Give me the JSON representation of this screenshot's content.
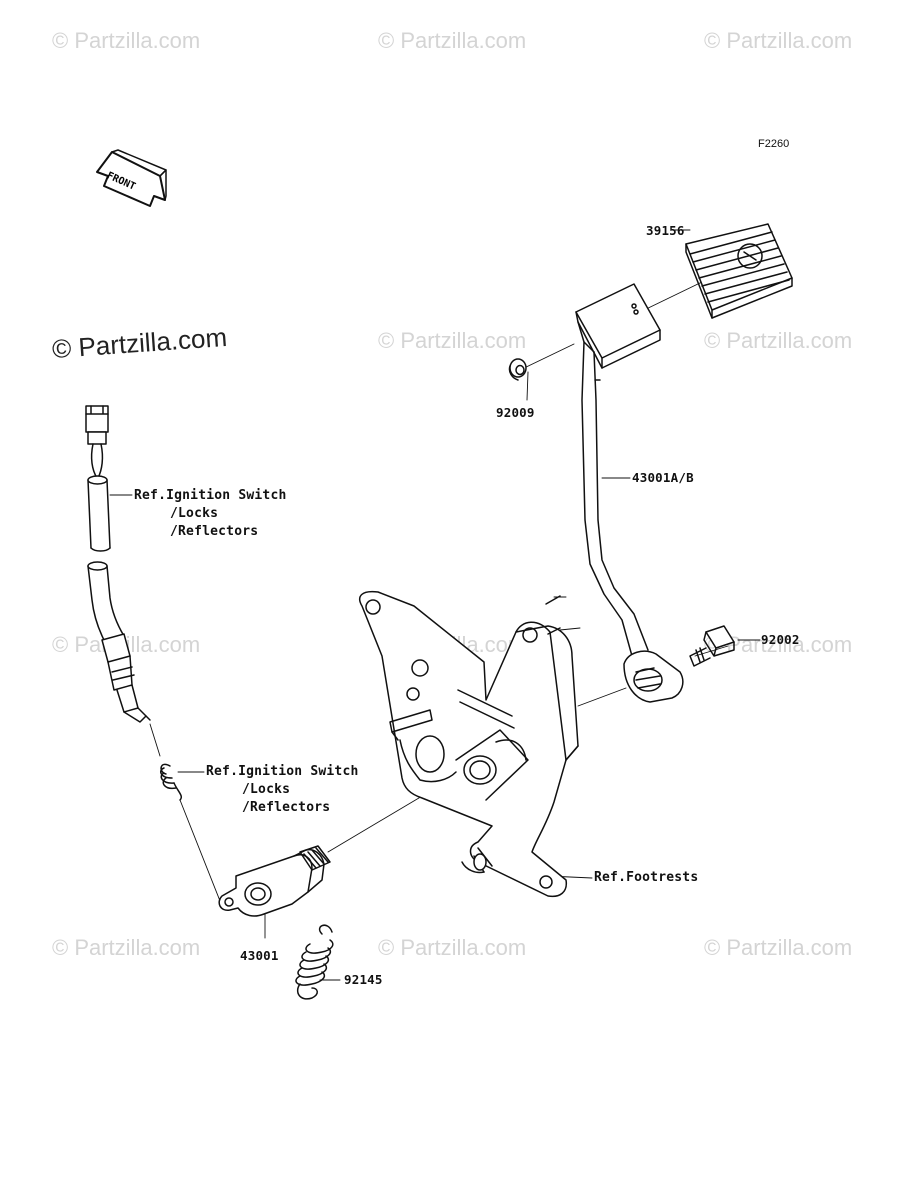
{
  "diagram_code": "F2260",
  "front_label": "FRONT",
  "watermark": "© Partzilla.com",
  "parts": {
    "pad": "39156",
    "washer": "92009",
    "brake_pedal": "43001A/B",
    "bolt": "92002",
    "lever": "43001",
    "spring": "92145"
  },
  "refs": {
    "ignition_top": [
      "Ref.Ignition Switch",
      "/Locks",
      "/Reflectors"
    ],
    "ignition_mid": [
      "Ref.Ignition Switch",
      "/Locks",
      "/Reflectors"
    ],
    "footrests": "Ref.Footrests"
  }
}
